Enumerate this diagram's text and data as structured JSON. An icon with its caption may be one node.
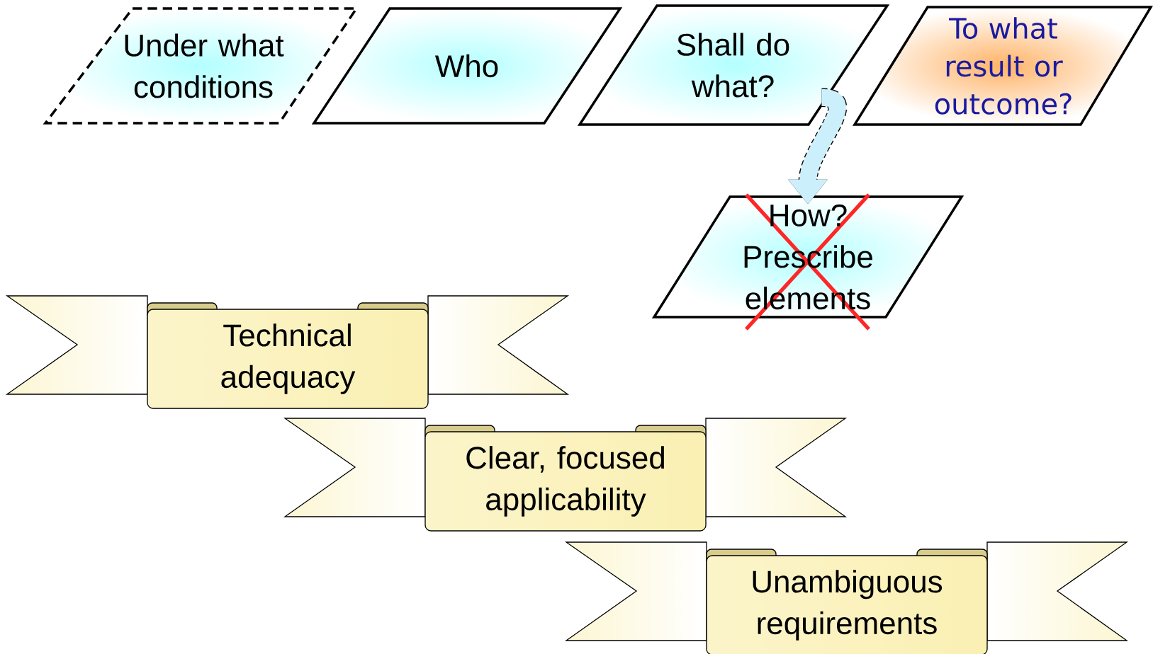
{
  "diagram": {
    "nodes": [
      {
        "text": [
          "Under what conditions"
        ]
      },
      {
        "text": [
          "Who"
        ]
      },
      {
        "text": [
          "Shall do what?"
        ]
      },
      {
        "text": [
          "To what result or outcome?"
        ]
      },
      {
        "text": [
          "How? Prescribe elements"
        ]
      },
      {
        "text": [
          "Technical adequacy"
        ]
      },
      {
        "text": [
          "Clear, focused applicability"
        ]
      },
      {
        "text": [
          "Unambiguous requirements"
        ]
      }
    ],
    "edges": [
      {
        "from": 2,
        "to": 4,
        "arrow": "to",
        "style": "dashed"
      }
    ]
  }
}
